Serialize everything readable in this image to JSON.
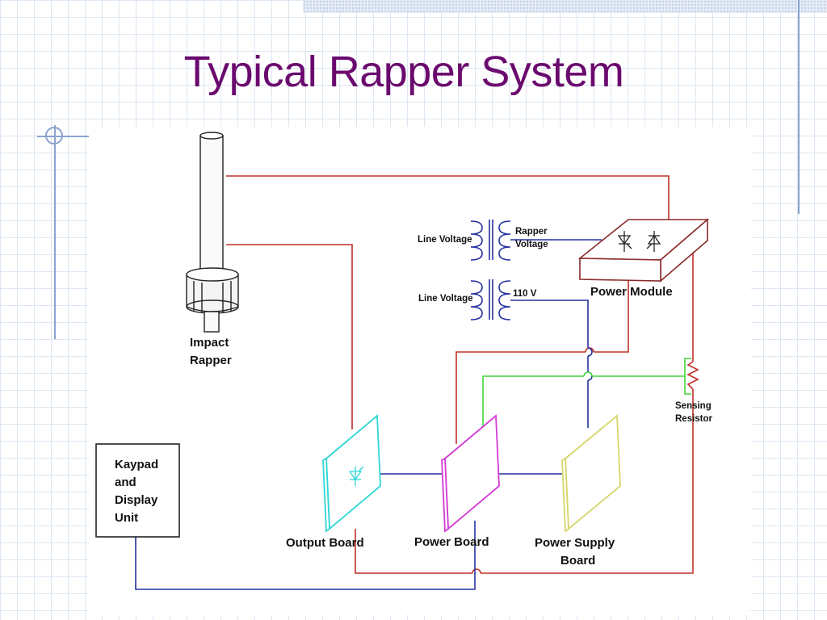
{
  "title": "Typical Rapper System",
  "colors": {
    "title": "#6b0a6e",
    "red_wire": "#c0302a",
    "blue_wire": "#2430a0",
    "green_wire": "#43d43a",
    "output_board": "#30d6d6",
    "power_board": "#d43ad6",
    "power_supply_board": "#d6d66a",
    "power_module": "#8a2a2a"
  },
  "labels": {
    "impact_rapper_line1": "Impact",
    "impact_rapper_line2": "Rapper",
    "keypad_line1": "Kaypad",
    "keypad_line2": "and",
    "keypad_line3": "Display",
    "keypad_line4": "Unit",
    "line_voltage_1": "Line Voltage",
    "line_voltage_2": "Line Voltage",
    "rapper_voltage_line1": "Rapper",
    "rapper_voltage_line2": "Voltage",
    "v110": "110 V",
    "power_module": "Power Module",
    "sensing_resistor_line1": "Sensing",
    "sensing_resistor_line2": "Resistor",
    "output_board": "Output Board",
    "power_board": "Power Board",
    "power_supply_board_line1": "Power Supply",
    "power_supply_board_line2": "Board"
  }
}
